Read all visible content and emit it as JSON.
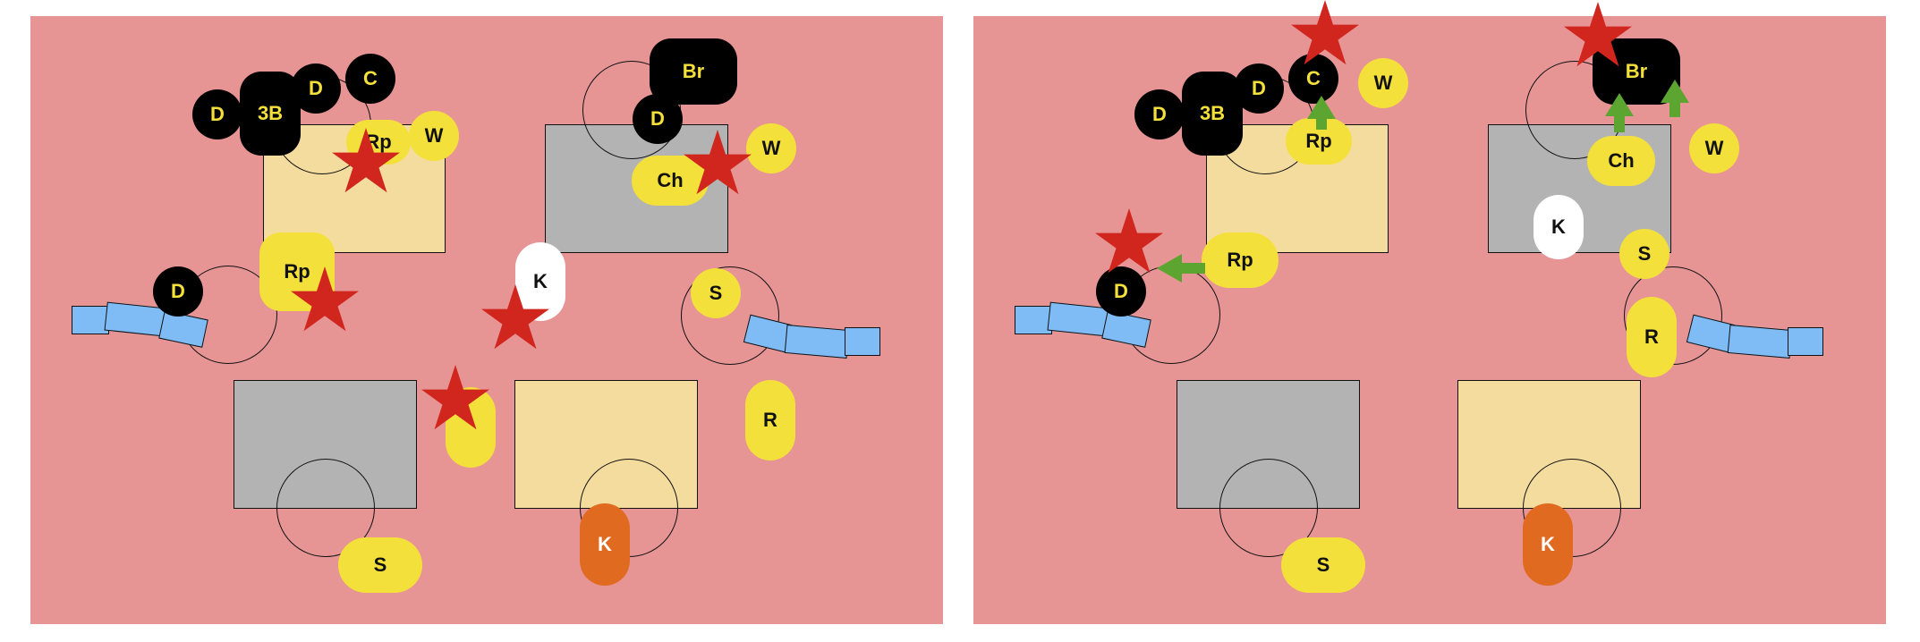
{
  "colors": {
    "field": "#e79495",
    "ready_square": "#f4dc9e",
    "station_square": "#b3b3b3",
    "yellow_token": "#f4e03a",
    "black_token": "#000000",
    "white_token": "#ffffff",
    "orange_token": "#e06a20",
    "bench": "#7fbcf5",
    "star": "#d1261e",
    "arrow": "#5da531"
  },
  "icons": {
    "star": "star-icon",
    "arrow": "arrow-icon"
  },
  "left": {
    "tokens": [
      {
        "text": "D"
      },
      {
        "text": "3B"
      },
      {
        "text": "D"
      },
      {
        "text": "C"
      },
      {
        "text": "Rp"
      },
      {
        "text": "W"
      },
      {
        "text": "Br"
      },
      {
        "text": "D"
      },
      {
        "text": "W"
      },
      {
        "text": "Ch"
      },
      {
        "text": "D"
      },
      {
        "text": "Rp"
      },
      {
        "text": "K"
      },
      {
        "text": "S"
      },
      {
        "text": "R"
      },
      {
        "text": "S"
      },
      {
        "text": "K"
      }
    ]
  },
  "right": {
    "tokens": [
      {
        "text": "D"
      },
      {
        "text": "3B"
      },
      {
        "text": "D"
      },
      {
        "text": "C"
      },
      {
        "text": "W"
      },
      {
        "text": "Rp"
      },
      {
        "text": "Br"
      },
      {
        "text": "W"
      },
      {
        "text": "Ch"
      },
      {
        "text": "K"
      },
      {
        "text": "S"
      },
      {
        "text": "Rp"
      },
      {
        "text": "D"
      },
      {
        "text": "R"
      },
      {
        "text": "S"
      },
      {
        "text": "K"
      }
    ]
  }
}
